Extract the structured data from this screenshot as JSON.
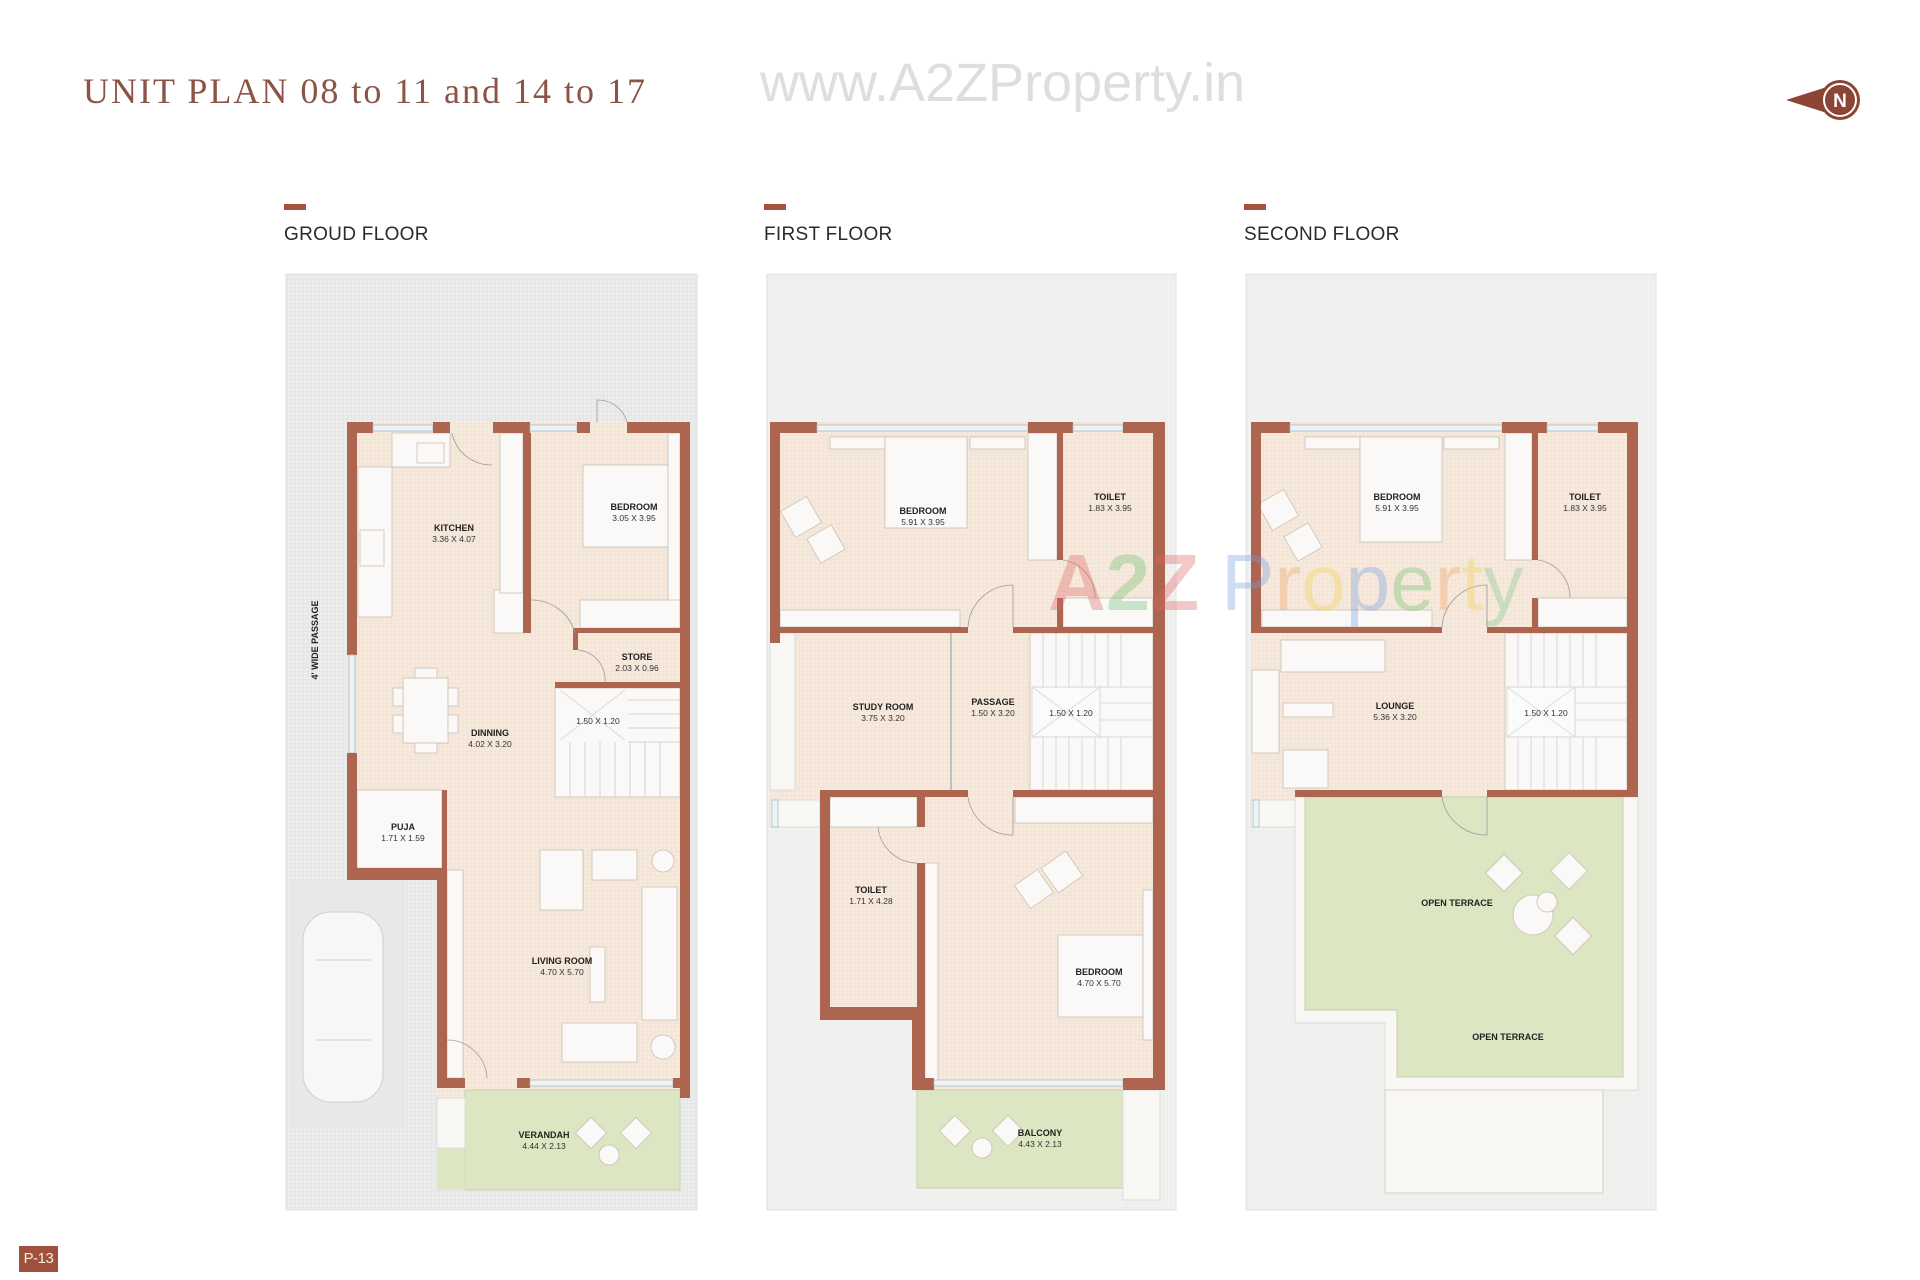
{
  "page": {
    "title": "UNIT PLAN 08 to 11 and 14 to 17",
    "watermark_url": "www.A2ZProperty.in",
    "watermark_logo": "A2Z Property",
    "page_badge": "P-13",
    "compass_label": "N",
    "compass_icon": "north-arrow-icon"
  },
  "colors": {
    "accent": "#a5533d",
    "wall": "#ad6550",
    "interior": "#f6e8da",
    "terrace": "#dce6c2",
    "outdoor": "#ececec"
  },
  "floors": [
    {
      "label": "GROUD FLOOR",
      "side_label": "4' WIDE PASSAGE",
      "rooms": [
        {
          "name": "KITCHEN",
          "dim": "3.36 X 4.07"
        },
        {
          "name": "BEDROOM",
          "dim": "3.05 X 3.95"
        },
        {
          "name": "STORE",
          "dim": "2.03 X 0.96"
        },
        {
          "name": "",
          "dim": "1.50 X 1.20"
        },
        {
          "name": "DINNING",
          "dim": "4.02 X 3.20"
        },
        {
          "name": "PUJA",
          "dim": "1.71 X 1.59"
        },
        {
          "name": "LIVING ROOM",
          "dim": "4.70 X 5.70"
        },
        {
          "name": "VERANDAH",
          "dim": "4.44 X 2.13"
        }
      ]
    },
    {
      "label": "FIRST FLOOR",
      "rooms": [
        {
          "name": "BEDROOM",
          "dim": "5.91 X 3.95"
        },
        {
          "name": "TOILET",
          "dim": "1.83 X 3.95"
        },
        {
          "name": "STUDY ROOM",
          "dim": "3.75 X 3.20"
        },
        {
          "name": "PASSAGE",
          "dim": "1.50 X 3.20"
        },
        {
          "name": "",
          "dim": "1.50 X 1.20"
        },
        {
          "name": "TOILET",
          "dim": "1.71 X 4.28"
        },
        {
          "name": "BEDROOM",
          "dim": "4.70 X 5.70"
        },
        {
          "name": "BALCONY",
          "dim": "4.43 X 2.13"
        }
      ]
    },
    {
      "label": "SECOND FLOOR",
      "rooms": [
        {
          "name": "BEDROOM",
          "dim": "5.91 X 3.95"
        },
        {
          "name": "TOILET",
          "dim": "1.83 X 3.95"
        },
        {
          "name": "LOUNGE",
          "dim": "5.36 X 3.20"
        },
        {
          "name": "",
          "dim": "1.50 X 1.20"
        },
        {
          "name": "OPEN TERRACE",
          "dim": ""
        },
        {
          "name": "OPEN TERRACE",
          "dim": ""
        }
      ]
    }
  ]
}
